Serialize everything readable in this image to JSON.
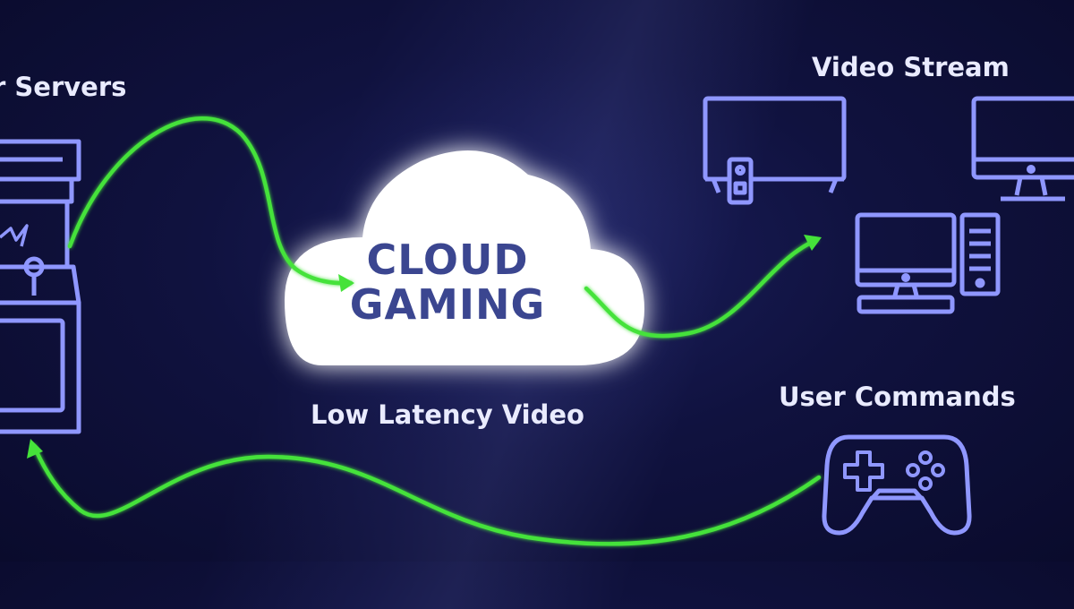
{
  "labels": {
    "servers": "r Servers",
    "video_stream": "Video Stream",
    "low_latency": "Low Latency Video",
    "user_commands": "User Commands"
  },
  "cloud": {
    "line1": "CLOUD",
    "line2": "GAMING"
  },
  "icons": {
    "server": "arcade-cabinet-icon",
    "tv": "tv-icon",
    "monitor": "monitor-icon",
    "desktop": "desktop-pc-icon",
    "gamepad": "gamepad-icon"
  },
  "colors": {
    "background": "#10123f",
    "icon_stroke": "#8f97ff",
    "arrow": "#45e23a",
    "cloud_fill": "#ffffff",
    "cloud_text": "#3b4690"
  }
}
